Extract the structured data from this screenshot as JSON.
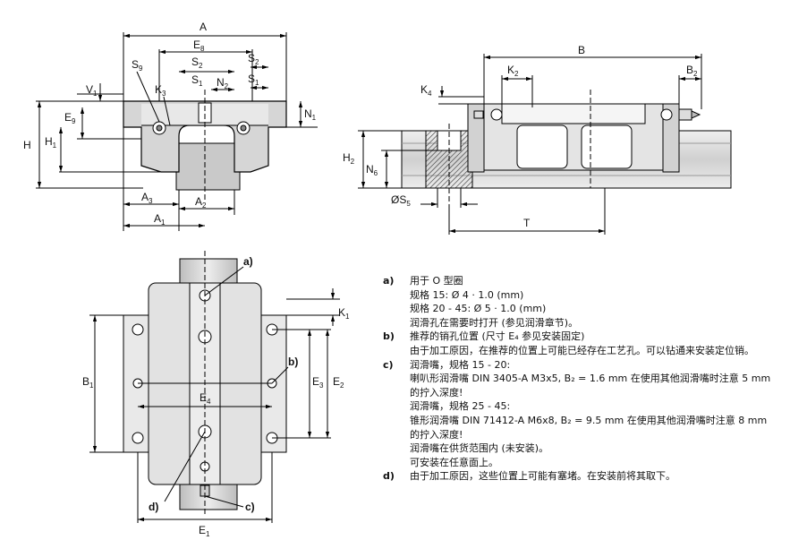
{
  "front_view": {
    "labels": {
      "A": "A",
      "E8": "E",
      "E8_sub": "8",
      "S9": "S",
      "S9_sub": "9",
      "S2": "S",
      "S2_sub": "2",
      "S2b": "S",
      "S2b_sub": "2",
      "K3": "K",
      "K3_sub": "3",
      "S1": "S",
      "S1_sub": "1",
      "N2": "N",
      "N2_sub": "2",
      "S1b": "S",
      "S1b_sub": "1",
      "V1": "V",
      "V1_sub": "1",
      "E9": "E",
      "E9_sub": "9",
      "N1": "N",
      "N1_sub": "1",
      "H": "H",
      "H1": "H",
      "H1_sub": "1",
      "A3": "A",
      "A3_sub": "3",
      "A2": "A",
      "A2_sub": "2",
      "A1": "A",
      "A1_sub": "1"
    }
  },
  "side_view": {
    "labels": {
      "B": "B",
      "K2": "K",
      "K2_sub": "2",
      "B2": "B",
      "B2_sub": "2",
      "K4": "K",
      "K4_sub": "4",
      "H2": "H",
      "H2_sub": "2",
      "N6": "N",
      "N6_sub": "6",
      "S5": "ØS",
      "S5_sub": "5",
      "T": "T"
    }
  },
  "top_view": {
    "labels": {
      "a": "a)",
      "b": "b)",
      "c": "c)",
      "d": "d)",
      "K1": "K",
      "K1_sub": "1",
      "B1": "B",
      "B1_sub": "1",
      "E3": "E",
      "E3_sub": "3",
      "E2": "E",
      "E2_sub": "2",
      "E4": "E",
      "E4_sub": "4",
      "E1": "E",
      "E1_sub": "1"
    }
  },
  "notes": {
    "a_tag": "a)",
    "a_1": "用于 O 型圈",
    "a_2": "规格 15:  Ø 4 · 1.0 (mm)",
    "a_3": "规格 20 - 45:  Ø 5 · 1.0 (mm)",
    "a_4": "润滑孔在需要时打开 (参见润滑章节)。",
    "b_tag": "b)",
    "b_1": "推荐的销孔位置 (尺寸 E₄ 参见安装固定)",
    "b_2": "由于加工原因，在推荐的位置上可能已经存在工艺孔。可以钻通来安装定位销。",
    "c_tag": "c)",
    "c_1": "润滑嘴，规格 15 - 20:",
    "c_2": "喇叭形润滑嘴 DIN 3405-A M3x5,  B₂ = 1.6 mm 在使用其他润滑嘴时注意 5 mm",
    "c_3": "的拧入深度!",
    "c_4": "润滑嘴，规格 25 - 45:",
    "c_5": "锥形润滑嘴 DIN 71412-A M6x8,  B₂ = 9.5 mm 在使用其他润滑嘴时注意 8 mm",
    "c_6": "的拧入深度!",
    "c_7": "润滑嘴在供货范围内 (未安装)。",
    "c_8": "可安装在任意面上。",
    "d_tag": "d)",
    "d_1": "由于加工原因，这些位置上可能有塞堵。在安装前将其取下。"
  }
}
